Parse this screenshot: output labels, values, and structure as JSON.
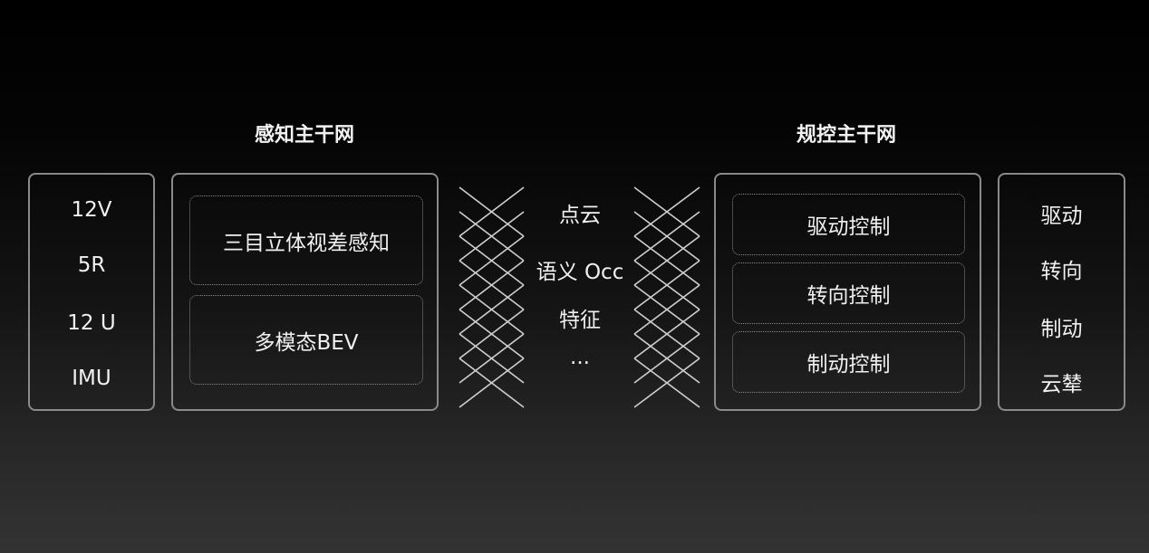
{
  "perception_title": "感知主干网",
  "planning_title": "规控主干网",
  "sensors": [
    "12V",
    "5R",
    "12 U",
    "IMU"
  ],
  "perception_modules": [
    "三目立体视差感知",
    "多模态BEV"
  ],
  "intermediate": [
    "点云",
    "语义 Occ",
    "特征",
    "..."
  ],
  "control_modules": [
    "驱动控制",
    "转向控制",
    "制动控制"
  ],
  "actuators": [
    "驱动",
    "转向",
    "制动",
    "云辇"
  ],
  "colors": {
    "border": "#8a8a8a",
    "line": "#cfcfcf",
    "text": "#f0f0f0"
  }
}
